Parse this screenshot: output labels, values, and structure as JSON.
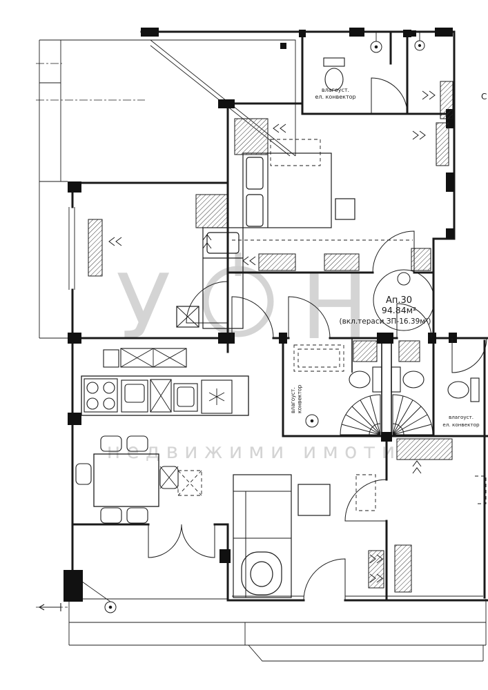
{
  "labels": {
    "apartment_number": "Ап.30",
    "apartment_area": "94.84м²",
    "terrace_note": "(вкл.тераси ЗП-16.39м²)",
    "convector_top_line1": "влагоуст.",
    "convector_top_line2": "ел. конвектор",
    "convector_mid_line1": "влагоуст.",
    "convector_mid_line2": "конвектор",
    "convector_right_line1": "влагоуст.",
    "convector_right_line2": "ел. конвектор",
    "north_letter": "С"
  },
  "watermark": {
    "letter_left": "У",
    "letter_right": "Н",
    "subtitle": "недвижими имоти"
  },
  "colors": {
    "line": "#1a1a1a",
    "watermark": "#cdcdcd",
    "background": "#ffffff"
  }
}
